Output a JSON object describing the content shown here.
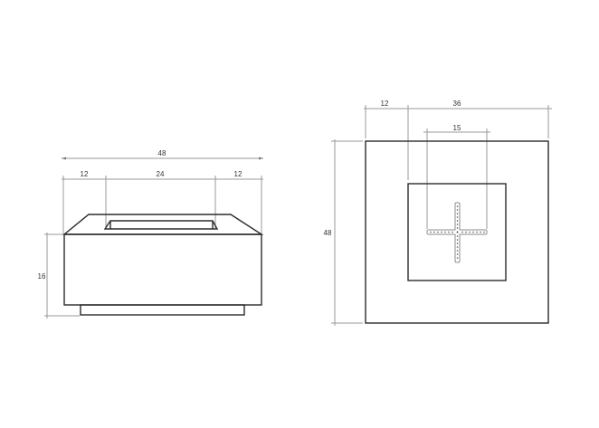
{
  "drawing": {
    "front_elevation": {
      "overall_width": "48",
      "left_margin": "12",
      "opening_width": "24",
      "right_margin": "12",
      "height": "16"
    },
    "plan_view": {
      "margin": "12",
      "inner_width": "36",
      "burner_width": "15",
      "overall_depth": "48"
    },
    "colors": {
      "outline": "#2b2b2b",
      "dimension_line": "#9a9a9a",
      "background": "#ffffff"
    }
  }
}
